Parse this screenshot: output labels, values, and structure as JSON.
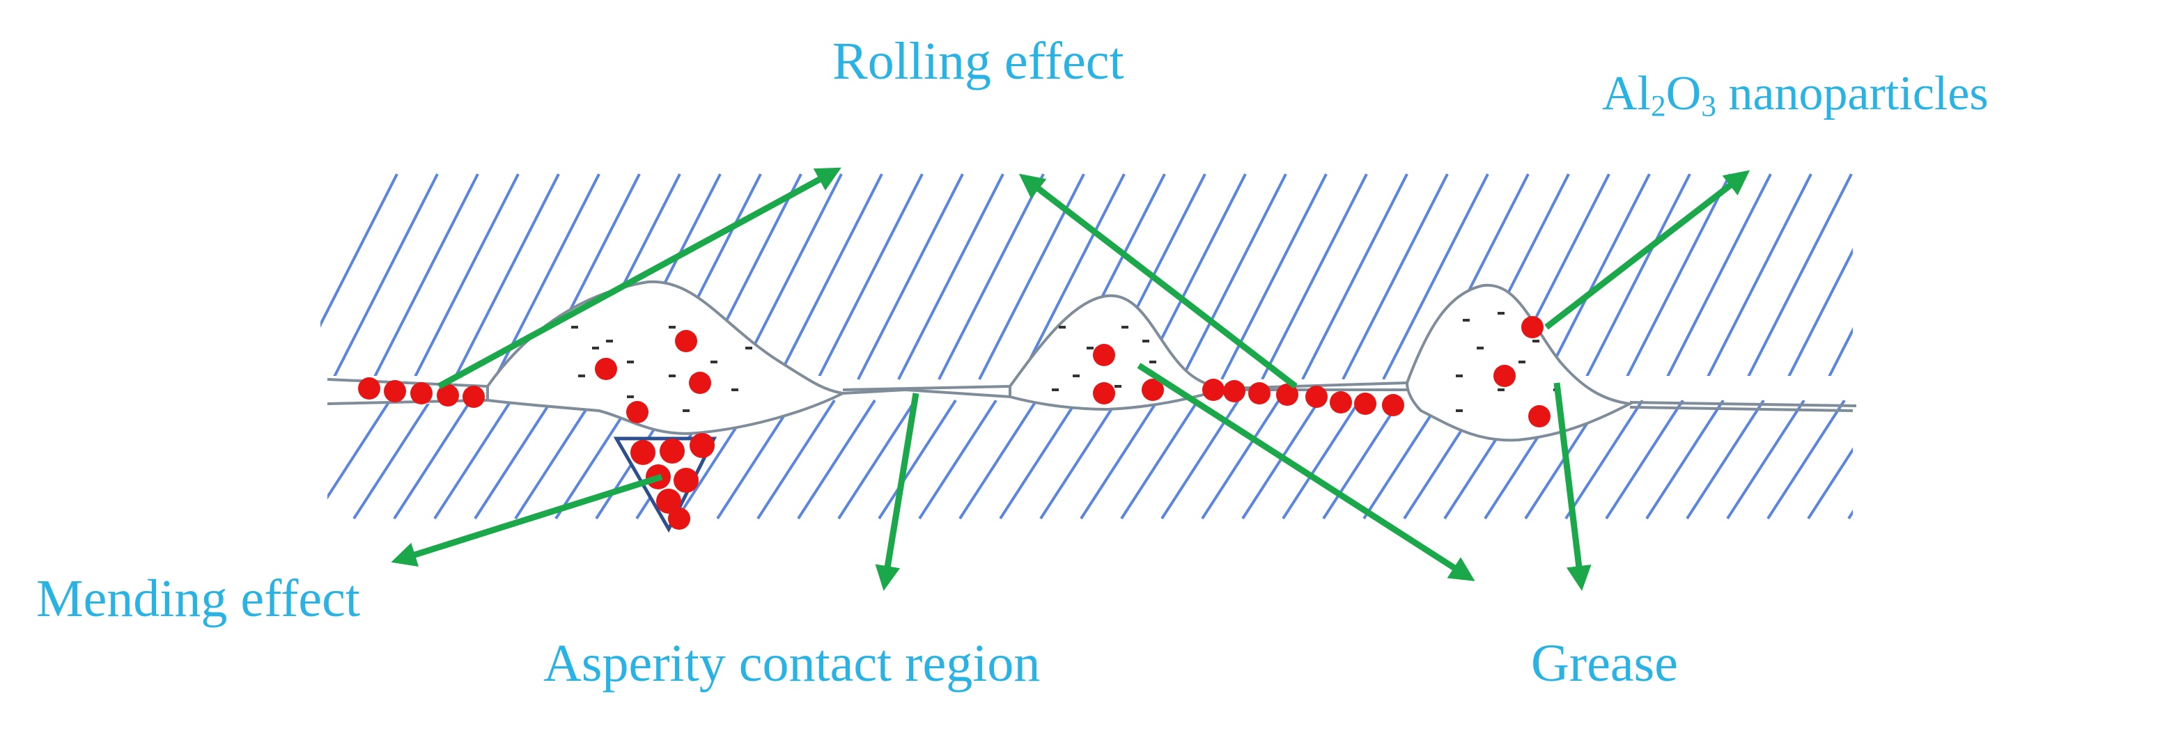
{
  "colors": {
    "label": "#29b3e4",
    "arrow": "#1aa84a",
    "hatch": "#5b86e0",
    "particle": "#e81414",
    "outline": "#7f8c99",
    "stipple": "#333333",
    "background": "#ffffff"
  },
  "labels": {
    "rolling_effect": "Rolling effect",
    "nanoparticles_pre": "Al",
    "nanoparticles_sub1": "2",
    "nanoparticles_mid": "O",
    "nanoparticles_sub2": "3",
    "nanoparticles_post": " nanoparticles",
    "mending_effect": "Mending effect",
    "asperity_contact_region": "Asperity contact region",
    "grease": "Grease"
  },
  "icons": {
    "arrows": "green-arrow-icon",
    "particles": "red-nanoparticle-icon",
    "hatching": "surface-hatch-icon"
  }
}
